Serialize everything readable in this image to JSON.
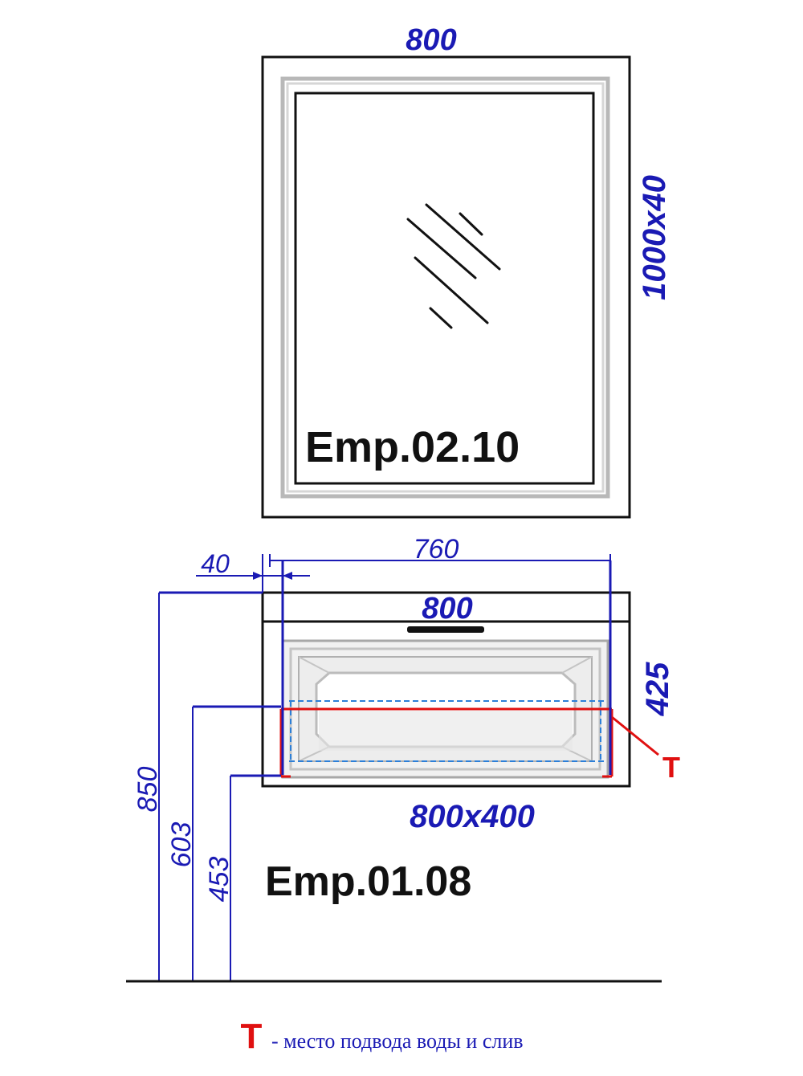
{
  "mirror": {
    "model": "Emp.02.10",
    "width_label": "800",
    "height_label": "1000x40"
  },
  "cabinet": {
    "model": "Emp.01.08",
    "top_width_label": "800",
    "inner_width_label": "760",
    "offset_label": "40",
    "depth_label": "425",
    "bottom_size_label": "800x400",
    "height_850": "850",
    "height_603": "603",
    "height_453": "453",
    "marker_label": "T"
  },
  "legend": {
    "marker": "T",
    "text": "- место подвода воды и слив"
  },
  "colors": {
    "dimension": "#1a1ab4",
    "marker": "#e01010",
    "outline": "#111111"
  }
}
